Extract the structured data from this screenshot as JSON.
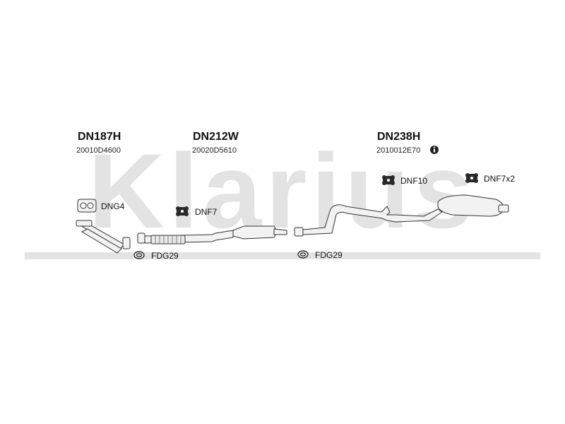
{
  "brand": {
    "watermark": "Klarius",
    "watermark_color": "#e3e3e3"
  },
  "sections": [
    {
      "code": "DN187H",
      "number": "20010D4600"
    },
    {
      "code": "DN212W",
      "number": "20020D5610"
    },
    {
      "code": "DN238H",
      "number": "2010012E70"
    }
  ],
  "info_icon": "info-circle-icon",
  "parts": [
    {
      "label": "DNG4",
      "icon": "flange-gasket-icon"
    },
    {
      "label": "DNF7",
      "icon": "rubber-mount-icon"
    },
    {
      "label": "DNF10",
      "icon": "rubber-mount-icon"
    },
    {
      "label": "DNF7x2",
      "icon": "rubber-mount-icon"
    },
    {
      "label": "FDG29",
      "icon": "ring-gasket-icon"
    },
    {
      "label": "FDG29",
      "icon": "ring-gasket-icon"
    }
  ],
  "colors": {
    "line": "#333333",
    "part_fill": "#f2f2f2",
    "mount_fill": "#2a2a2a"
  }
}
